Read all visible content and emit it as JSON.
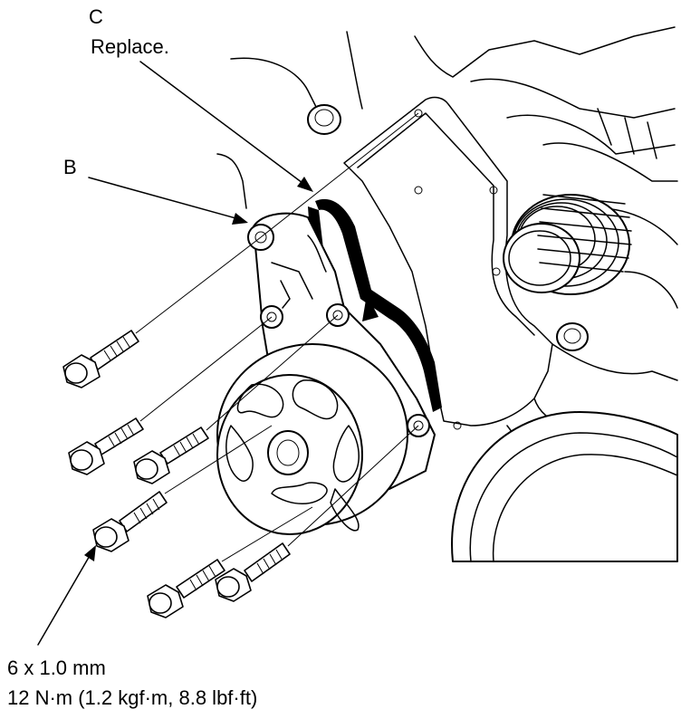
{
  "callouts": {
    "c_letter": "C",
    "c_note": "Replace.",
    "b_letter": "B"
  },
  "torque_spec": {
    "thread": "6 x 1.0 mm",
    "torque": "12 N·m (1.2 kgf·m, 8.8 lbf·ft)"
  }
}
